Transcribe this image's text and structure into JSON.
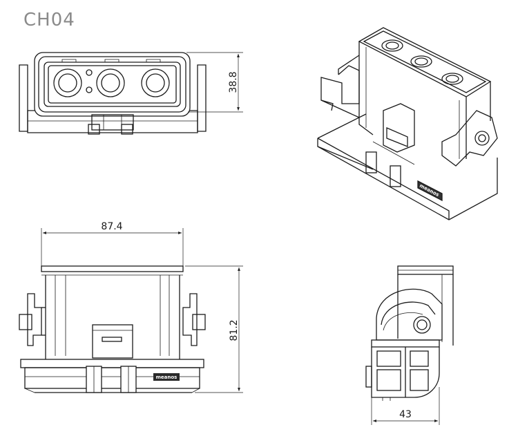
{
  "title": "CH04",
  "dimensions": {
    "top_height": "38.8",
    "front_width": "87.4",
    "front_height": "81.2",
    "side_width": "43"
  },
  "brand_mark": "meanos"
}
